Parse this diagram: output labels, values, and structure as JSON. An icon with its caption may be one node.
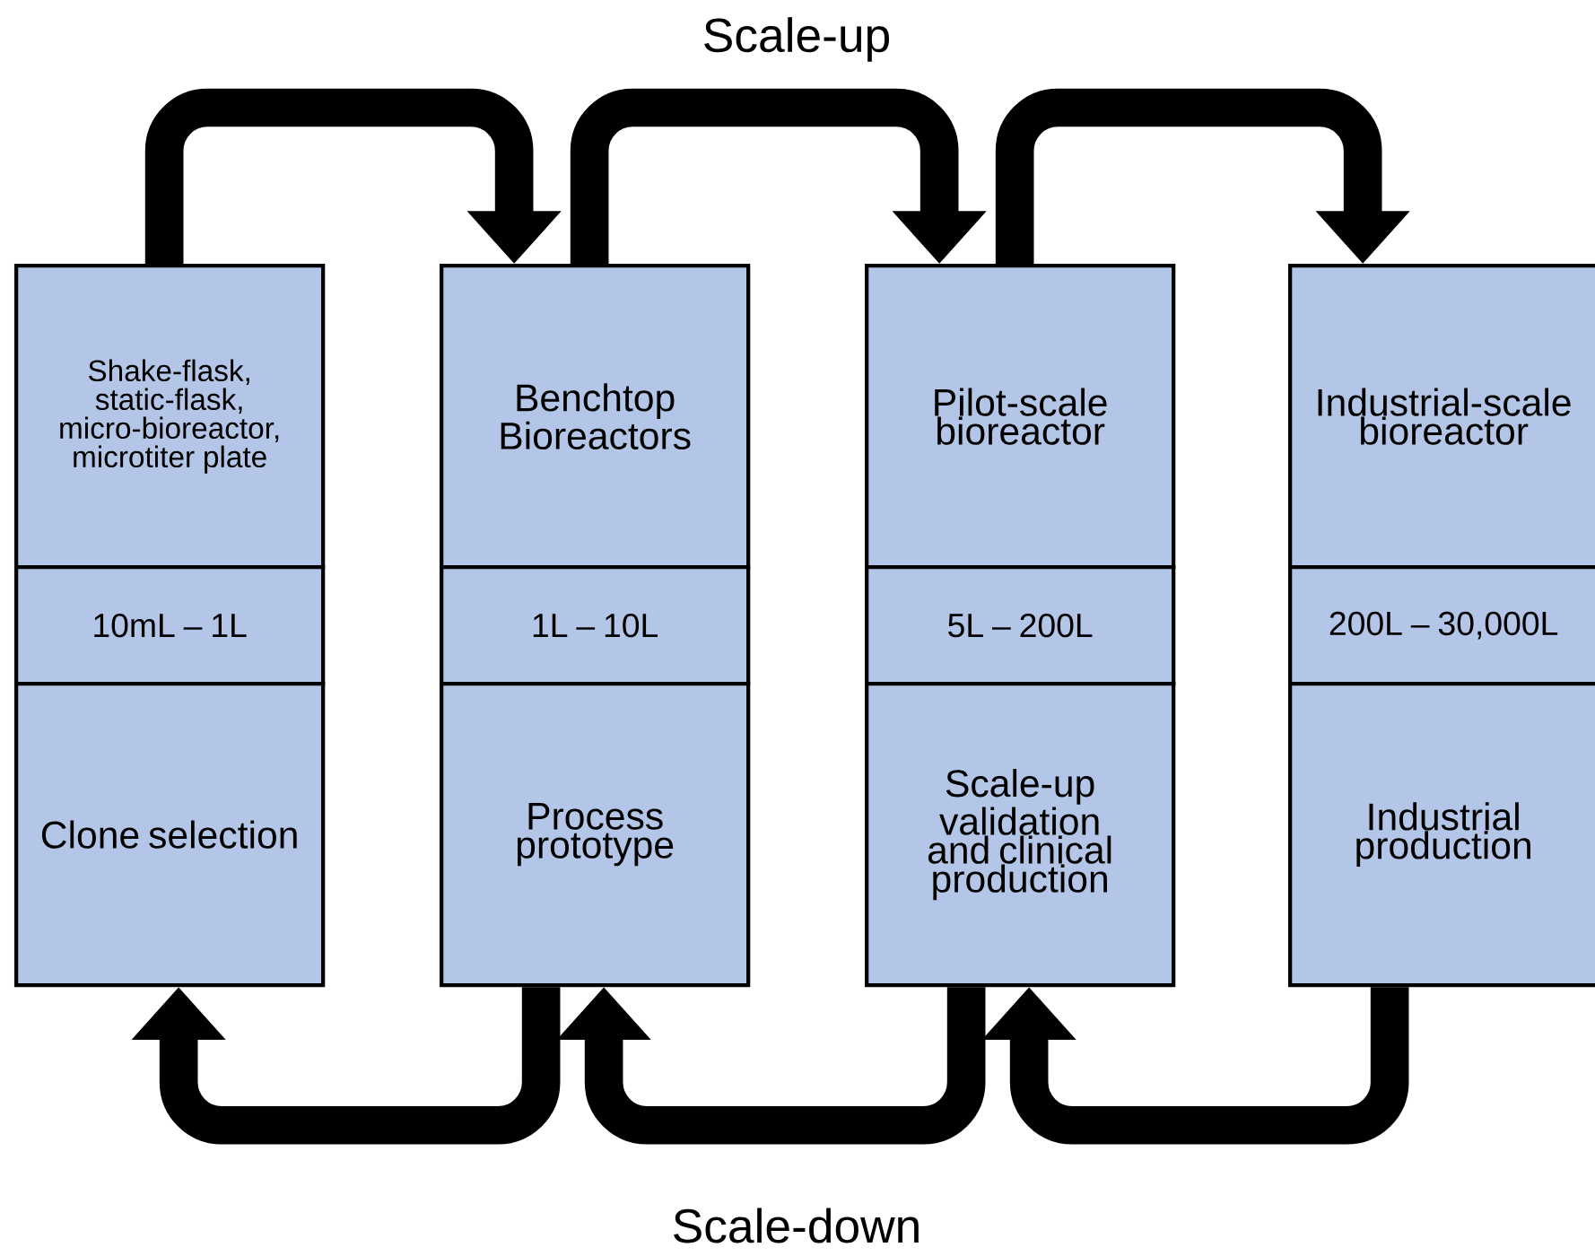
{
  "diagram": {
    "nodes": [
      {
        "text": [
          "Shake-flask, static-flask, micro-bioreactor, microtiter plate"
        ]
      },
      {
        "text": [
          "10mL – 1L"
        ]
      },
      {
        "text": [
          "Clone selection"
        ]
      },
      {
        "text": [
          "Benchtop Bioreactors"
        ]
      },
      {
        "text": [
          "1L – 10L"
        ]
      },
      {
        "text": [
          "Process prototype"
        ]
      },
      {
        "text": [
          "Pilot-scale bioreactor"
        ]
      },
      {
        "text": [
          "5L – 200L"
        ]
      },
      {
        "text": [
          "Scale-up validation and clinical production"
        ]
      },
      {
        "text": [
          "Industrial-scale bioreactor"
        ]
      },
      {
        "text": [
          "200L – 30,000L"
        ]
      },
      {
        "text": [
          "Industrial production"
        ]
      }
    ],
    "edges": [
      {
        "from": 0,
        "to": 3,
        "arrow": "to"
      },
      {
        "from": 3,
        "to": 6,
        "arrow": "to"
      },
      {
        "from": 6,
        "to": 9,
        "arrow": "to"
      },
      {
        "from": 5,
        "to": 2,
        "arrow": "to"
      },
      {
        "from": 8,
        "to": 5,
        "arrow": "to"
      },
      {
        "from": 11,
        "to": 8,
        "arrow": "to"
      }
    ],
    "labels": [
      "Scale-up",
      "Scale-down"
    ]
  }
}
